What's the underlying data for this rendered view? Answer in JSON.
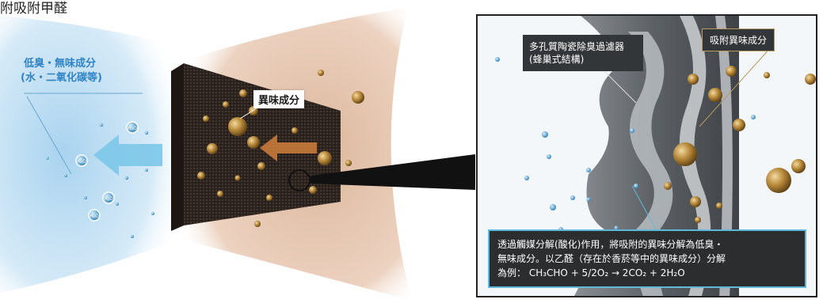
{
  "header": {
    "title": "附吸附甲醛"
  },
  "left_label": {
    "line1": "低臭・無味成分",
    "line2": "(水・二氧化碳等)"
  },
  "odor_tag": "異味成分",
  "molecule_label": "H₂O",
  "panel": {
    "filter_label_line1": "多孔質陶瓷除臭過濾器",
    "filter_label_line2": "(蜂巢式結構)",
    "absorb_label": "吸附異味成分",
    "description_line1": "透過觸媒分解(酸化)作用，將吸附的異味分解為低臭・",
    "description_line2": "無味成分。以乙醛（存在於香菸等中的異味成分）分解",
    "description_line3": "為例： CH₃CHO + 5/2O₂ → 2CO₂ + 2H₂O"
  },
  "colors": {
    "air_blue": "#bcdcf0",
    "odor_tan": "#e8c8b0",
    "filter_dark": "#2d2420",
    "sphere_gold": "#b8893a",
    "arrow_orange": "#c87a3a",
    "arrow_blue": "#7cc6e8",
    "panel_gray": "#6f7377",
    "label_dark": "#333638",
    "desc_border": "#5fb8d8"
  }
}
